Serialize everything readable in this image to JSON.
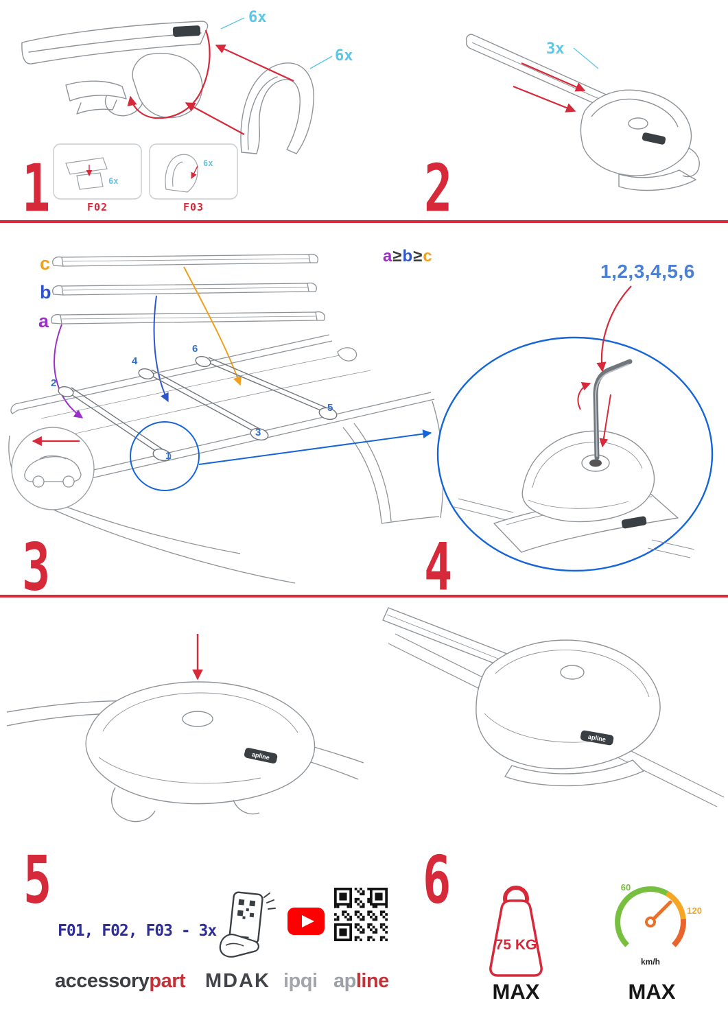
{
  "colors": {
    "red": "#d6293a",
    "cyan": "#5bc6e6",
    "blue": "#2e6fd0",
    "blue_dark": "#1565d8",
    "purple": "#9b2fc9",
    "orange": "#f0a01e",
    "navy": "#2e2e96",
    "youtube_red": "#ff0000"
  },
  "steps": {
    "s1": "1",
    "s2": "2",
    "s3": "3",
    "s4": "4",
    "s5": "5",
    "s6": "6"
  },
  "step1": {
    "qty_cover_top": "6x",
    "qty_cover_side": "6x",
    "thumb1": {
      "label": "F02",
      "qty": "6x"
    },
    "thumb2": {
      "label": "F03",
      "qty": "6x"
    }
  },
  "step2": {
    "qty": "3x"
  },
  "step3": {
    "bar_c": "c",
    "bar_b": "b",
    "bar_a": "a",
    "formula": {
      "a": "a",
      "ge1": "≥",
      "b": "b",
      "ge2": "≥",
      "c": "c"
    },
    "pos1": "1",
    "pos2": "2",
    "pos3": "3",
    "pos4": "4",
    "pos5": "5",
    "pos6": "6"
  },
  "step4": {
    "sequence": "1,2,3,4,5,6",
    "first": "1"
  },
  "step5": {
    "parts_line": "F01, F02, F03 - 3x"
  },
  "step6": {
    "weight": "75 KG",
    "weight_max": "MAX",
    "speed_low": "60",
    "speed_high": "120",
    "speed_unit": "km/h",
    "speed_max": "MAX"
  },
  "brand": {
    "accessory": "accessory",
    "part": "part",
    "mdak": "MDAK",
    "ipqi": "ipqi",
    "ap": "ap",
    "line": "line",
    "apline": "apline"
  }
}
